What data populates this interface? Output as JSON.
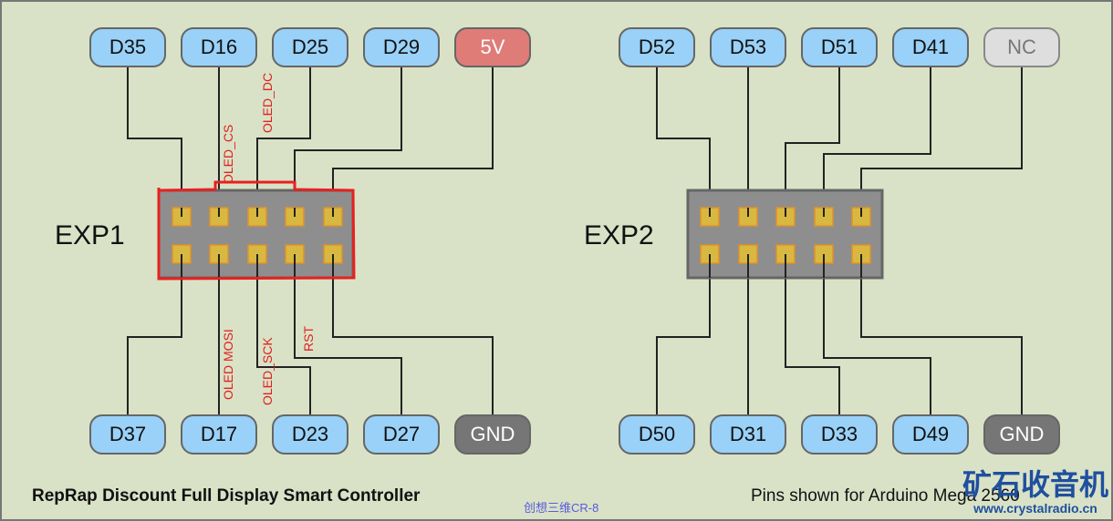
{
  "exp1": {
    "label": "EXP1",
    "top": [
      {
        "text": "D35",
        "kind": "signal"
      },
      {
        "text": "D16",
        "kind": "signal"
      },
      {
        "text": "D25",
        "kind": "signal"
      },
      {
        "text": "D29",
        "kind": "signal"
      },
      {
        "text": "5V",
        "kind": "power"
      }
    ],
    "bottom": [
      {
        "text": "D37",
        "kind": "signal"
      },
      {
        "text": "D17",
        "kind": "signal"
      },
      {
        "text": "D23",
        "kind": "signal"
      },
      {
        "text": "D27",
        "kind": "signal"
      },
      {
        "text": "GND",
        "kind": "gnd"
      }
    ],
    "annotations": {
      "cs": "OLED_CS",
      "dc": "OLED_DC",
      "mosi": "OLED MOSI",
      "sck": "OLED_SCK",
      "rst": "RST"
    }
  },
  "exp2": {
    "label": "EXP2",
    "top": [
      {
        "text": "D52",
        "kind": "signal"
      },
      {
        "text": "D53",
        "kind": "signal"
      },
      {
        "text": "D51",
        "kind": "signal"
      },
      {
        "text": "D41",
        "kind": "signal"
      },
      {
        "text": "NC",
        "kind": "nc"
      }
    ],
    "bottom": [
      {
        "text": "D50",
        "kind": "signal"
      },
      {
        "text": "D31",
        "kind": "signal"
      },
      {
        "text": "D33",
        "kind": "signal"
      },
      {
        "text": "D49",
        "kind": "signal"
      },
      {
        "text": "GND",
        "kind": "gnd"
      }
    ]
  },
  "footer": {
    "title": "RepRap Discount Full Display Smart Controller",
    "note": "Pins shown for Arduino Mega 2560",
    "cn_label": "创想三维CR-8"
  },
  "watermark": {
    "name": "矿石收音机",
    "url": "www.crystalradio.cn"
  },
  "colors": {
    "background": "#d9e2c6",
    "signal": "#99d1f8",
    "power": "#e07c78",
    "gnd": "#767676",
    "nc": "#dedede",
    "annotation": "#e02020",
    "pad": "#d8b840"
  }
}
